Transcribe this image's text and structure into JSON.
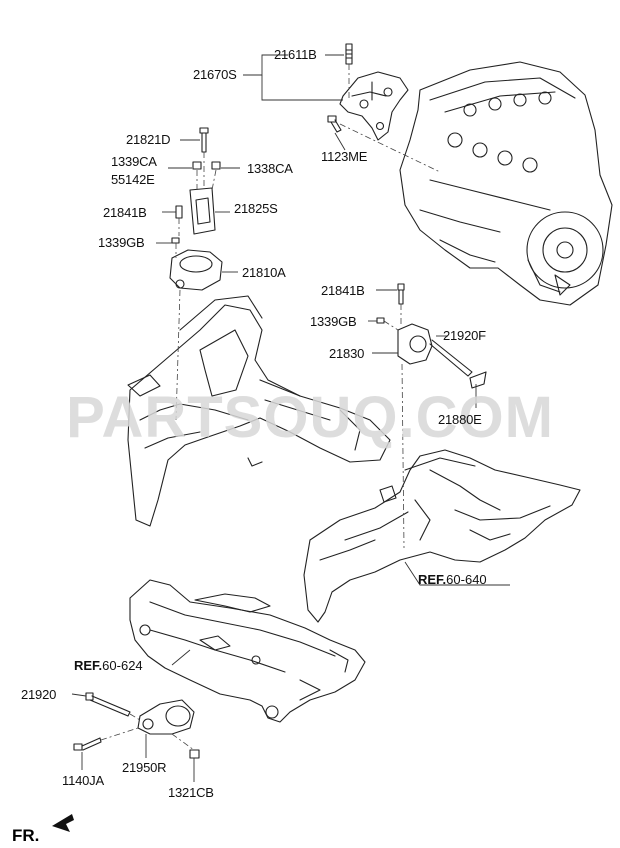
{
  "watermark": "PARTSOUQ.COM",
  "front_label": "FR.",
  "part_labels": {
    "p21611B": "21611B",
    "p21670S": "21670S",
    "p1123ME": "1123ME",
    "p21821D": "21821D",
    "p1339CA": "1339CA",
    "p55142E": "55142E",
    "p1338CA": "1338CA",
    "p21841B_top": "21841B",
    "p21825S": "21825S",
    "p1339GB_top": "1339GB",
    "p21810A": "21810A",
    "p21841B_right": "21841B",
    "p1339GB_right": "1339GB",
    "p21920F": "21920F",
    "p21830": "21830",
    "p21880E": "21880E",
    "p21920": "21920",
    "p1140JA": "1140JA",
    "p21950R": "21950R",
    "p1321CB": "1321CB"
  },
  "references": {
    "ref_640": {
      "prefix": "REF.",
      "code": "60-640"
    },
    "ref_624": {
      "prefix": "REF.",
      "code": "60-624"
    }
  }
}
